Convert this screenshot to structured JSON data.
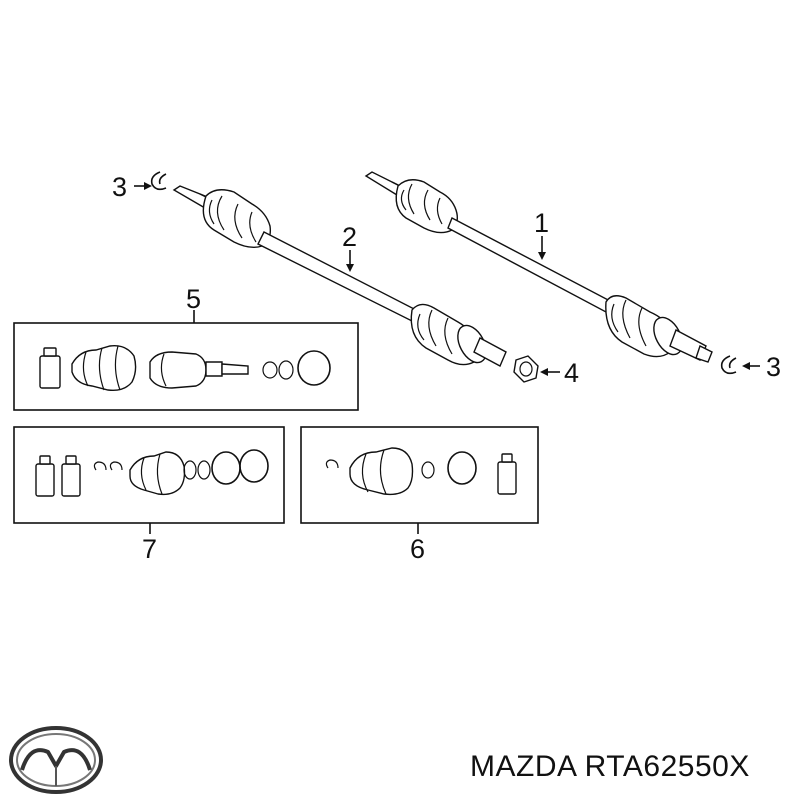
{
  "callouts": {
    "shaft_right": "1",
    "shaft_left": "2",
    "clip_left": "3",
    "clip_right": "3",
    "nut": "4",
    "kit_top": "5",
    "kit_right": "6",
    "kit_left": "7"
  },
  "footer": {
    "brand_text": "MAZDA RTA62550X",
    "logo_icon": "mazda-logo-icon"
  },
  "colors": {
    "line": "#111111",
    "background": "#ffffff"
  }
}
